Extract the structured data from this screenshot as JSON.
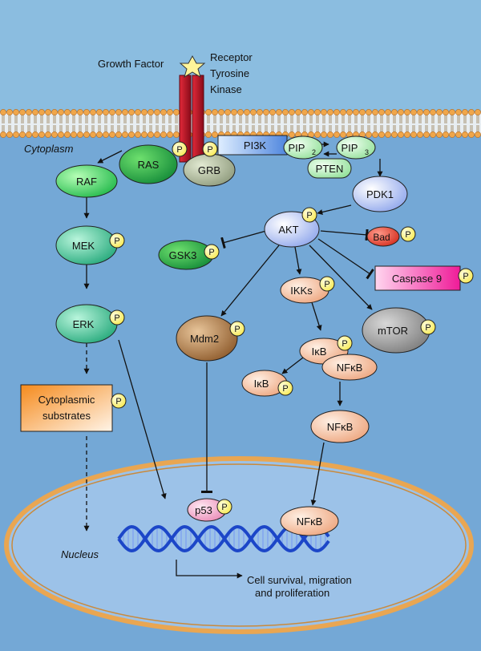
{
  "labels": {
    "growth_factor": "Growth Factor",
    "receptor_line1": "Receptor",
    "receptor_line2": "Tyrosine",
    "receptor_line3": "Kinase",
    "cytoplasm": "Cytoplasm",
    "nucleus": "Nucleus",
    "outcome_line1": "Cell survival, migration",
    "outcome_line2": "and proliferation"
  },
  "phospho_symbol": "P",
  "nodes": {
    "ras": "RAS",
    "grb": "GRB",
    "pi3k": "PI3K",
    "pip2_base": "PIP",
    "pip2_sub": "2",
    "pip3_base": "PIP",
    "pip3_sub": "3",
    "pten": "PTEN",
    "pdk1": "PDK1",
    "raf": "RAF",
    "mek": "MEK",
    "erk": "ERK",
    "akt": "AKT",
    "gsk3": "GSK3",
    "bad": "Bad",
    "caspase9": "Caspase 9",
    "ikks": "IKKs",
    "mdm2": "Mdm2",
    "mtor": "mTOR",
    "ikb_complex": "IκB",
    "nfkb_complex": "NFκB",
    "ikb_free": "IκB",
    "nfkb_cyto": "NFκB",
    "nfkb_nuc": "NFκB",
    "substrates_line1": "Cytoplasmic",
    "substrates_line2": "substrates",
    "p53": "p53"
  },
  "colors": {
    "background": "#8bbde0",
    "cytoplasm": "#74a8d6",
    "nucleus": "#9cc2e8",
    "membrane_head": "#f0a64a",
    "receptor": "#c0122a",
    "dna": "#1c46c8",
    "phospho_circle": "#fff37a"
  }
}
